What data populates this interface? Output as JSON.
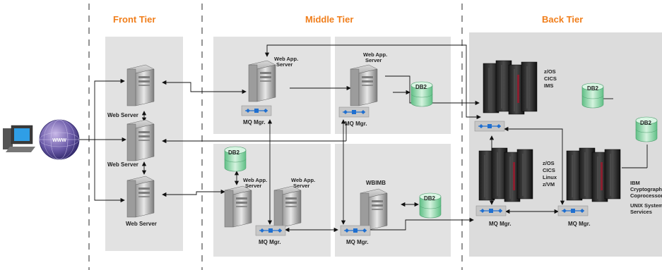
{
  "tiers": {
    "front": "Front Tier",
    "middle": "Middle Tier",
    "back": "Back Tier"
  },
  "labels": {
    "internet": "WWW",
    "web_server": "Web Server",
    "web_app_server_line1": "Web App.",
    "web_app_server_line2": "Server",
    "mq_mgr": "MQ Mgr.",
    "db2": "DB2",
    "wbimb": "WBIMB",
    "mainframe1_os": [
      "z/OS",
      "CICS",
      "IMS"
    ],
    "mainframe2_os": [
      "z/OS",
      "CICS",
      "Linux",
      "z/VM"
    ],
    "crypto": [
      "IBM",
      "Cryptographic",
      "Coprocessor"
    ],
    "unix": [
      "UNIX System",
      "Services"
    ]
  },
  "colors": {
    "tier_title": "#f07e1b",
    "panel": "#e2e2e2",
    "back_panel": "#dcdcdc",
    "mq_blue": "#1f6fd0",
    "db2_green": "#8ed6a8"
  },
  "icons": [
    "client-computer-icon",
    "globe-icon",
    "server-icon",
    "mainframe-icon",
    "database-icon",
    "message-queue-icon"
  ]
}
